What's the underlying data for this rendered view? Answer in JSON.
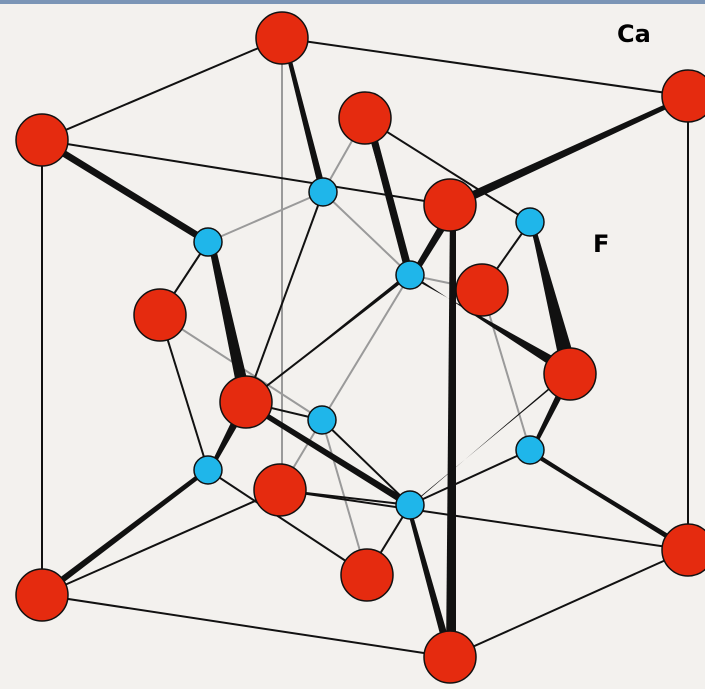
{
  "labels": {
    "ca": "Ca",
    "f": "F"
  },
  "colors": {
    "background": "#f3f1ee",
    "top_bar": "#7b95b6",
    "ca_atom": "#e52b0f",
    "f_atom": "#1fb6ea",
    "outline": "#111111",
    "back_bond": "#9a9a9a"
  },
  "atoms": {
    "ca": [
      "ca-top-back",
      "ca-top-left",
      "ca-top-right",
      "ca-center-top",
      "ca-center-face-top",
      "ca-center-right-face",
      "ca-left-face",
      "ca-front-center",
      "ca-right-face",
      "ca-bottom-back",
      "ca-bottom-center",
      "ca-bottom-left",
      "ca-bottom-right",
      "ca-bottom-front"
    ],
    "f": [
      "f-1",
      "f-2",
      "f-3",
      "f-4",
      "f-5",
      "f-6",
      "f-7",
      "f-8"
    ]
  }
}
